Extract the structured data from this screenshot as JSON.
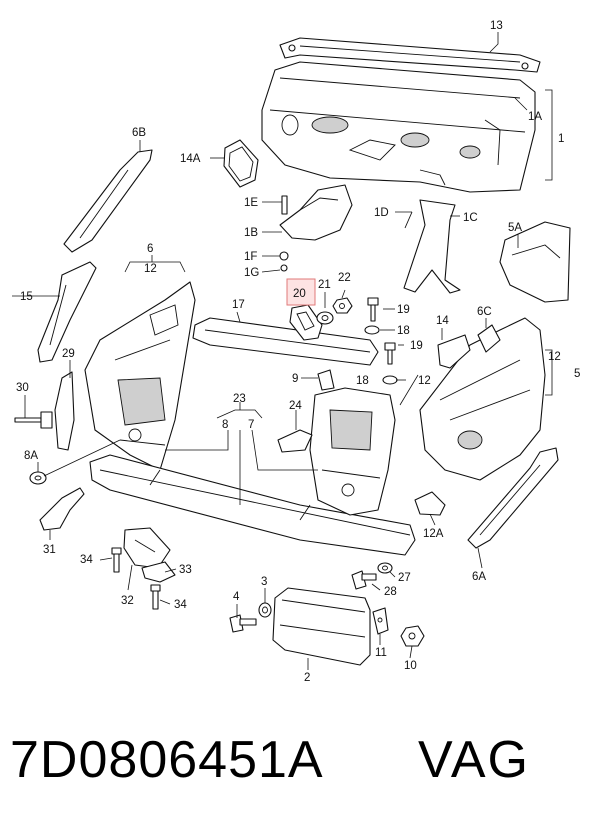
{
  "diagram": {
    "callouts": [
      "13",
      "1A",
      "1",
      "14A",
      "6B",
      "1E",
      "1B",
      "1F",
      "1G",
      "1D",
      "1C",
      "5A",
      "6",
      "12",
      "15",
      "20",
      "21",
      "22",
      "17",
      "19",
      "18",
      "14",
      "6C",
      "29",
      "30",
      "9",
      "23",
      "24",
      "8",
      "7",
      "8A",
      "31",
      "34",
      "32",
      "33",
      "3",
      "4",
      "2",
      "27",
      "28",
      "11",
      "10",
      "12A",
      "6A",
      "5"
    ],
    "highlighted_callout": "20"
  },
  "footer": {
    "part_number": "7D0806451A",
    "brand": "VAG"
  },
  "colors": {
    "highlight_fill": "#fde3e3",
    "highlight_stroke": "#e07a7a",
    "ink": "#111111"
  }
}
